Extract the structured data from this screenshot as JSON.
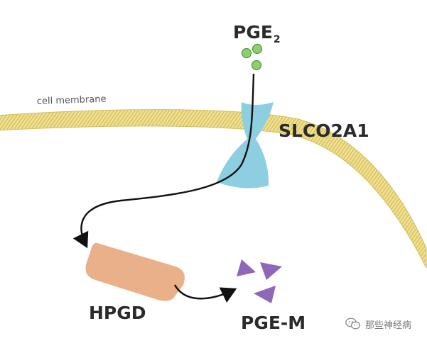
{
  "labels": {
    "membrane": "cell membrane",
    "pge2_base": "PGE",
    "pge2_sub": "2",
    "transporter": "SLCO2A1",
    "enzyme": "HPGD",
    "metabolite": "PGE-M"
  },
  "watermark": {
    "text": "那些神经病",
    "icon": "wechat-icon"
  },
  "colors": {
    "pge2_dot": "#8fce6e",
    "membrane": "#efdf8f",
    "transporter": "#8dcfe0",
    "enzyme": "#e9b08a",
    "metabolite": "#8e67b8",
    "arrow": "#111111"
  }
}
